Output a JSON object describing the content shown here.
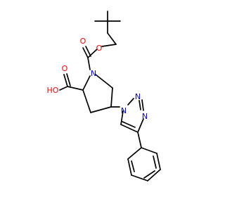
{
  "structure": {
    "colors": {
      "bond": "#000000",
      "oxygen": "#ff0000",
      "nitrogen": "#0000ff",
      "background": "#ffffff"
    },
    "atom_labels": {
      "ester_oxygen": "O",
      "carbonyl_oxygen_boc": "O",
      "pyrrolidine_nitrogen": "N",
      "carboxyl_oxygen": "O",
      "hydroxyl": "HO",
      "triazole_n1": "N",
      "triazole_n2": "N",
      "triazole_n3": "N"
    }
  }
}
